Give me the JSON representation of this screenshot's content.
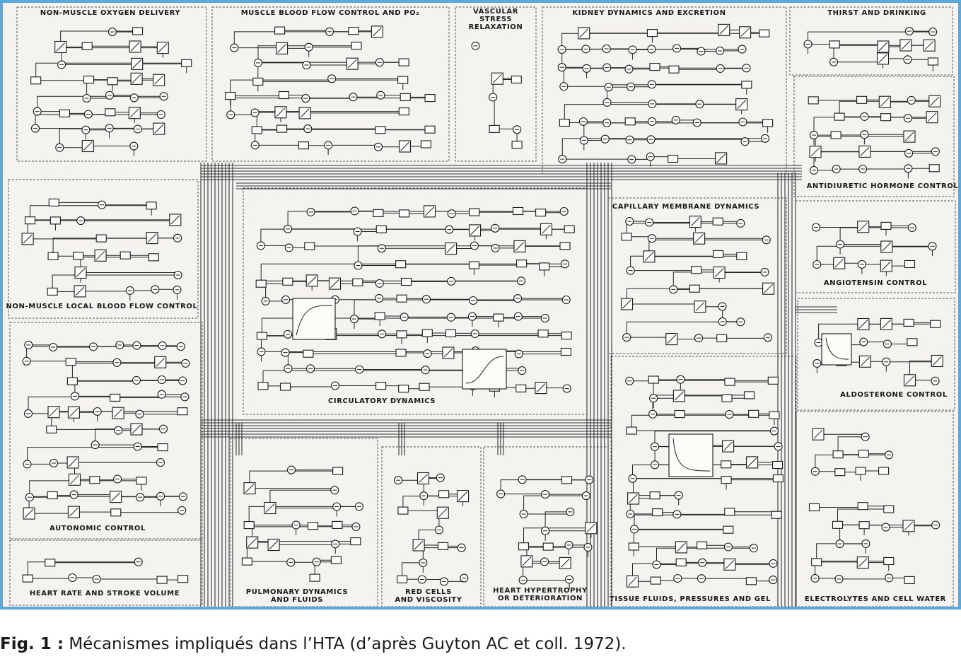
{
  "figure": {
    "frame_color": "#5aa9d8",
    "panel_color": "#f4f3ef",
    "ink_color": "#1a1a1a",
    "modules": [
      {
        "id": "non-muscle-oxygen-delivery",
        "label": "NON-MUSCLE  OXYGEN DELIVERY"
      },
      {
        "id": "muscle-blood-flow-control",
        "label": "MUSCLE BLOOD FLOW CONTROL AND PO₂"
      },
      {
        "id": "vascular-stress-relaxation",
        "label": "VASCULAR STRESS RELAXATION"
      },
      {
        "id": "kidney-dynamics",
        "label": "KIDNEY DYNAMICS AND EXCRETION"
      },
      {
        "id": "thirst-and-drinking",
        "label": "THIRST AND DRINKING"
      },
      {
        "id": "antidiuretic-hormone-control",
        "label": "ANTIDIURETIC HORMONE CONTROL"
      },
      {
        "id": "non-muscle-local-blood-flow-control",
        "label": "NON-MUSCLE LOCAL BLOOD FLOW CONTROL"
      },
      {
        "id": "capillary-membrane-dynamics",
        "label": "CAPILLARY MEMBRANE DYNAMICS"
      },
      {
        "id": "angiotensin-control",
        "label": "ANGIOTENSIN CONTROL"
      },
      {
        "id": "circulatory-dynamics",
        "label": "CIRCULATORY DYNAMICS"
      },
      {
        "id": "aldosterone-control",
        "label": "ALDOSTERONE CONTROL"
      },
      {
        "id": "autonomic-control",
        "label": "AUTONOMIC  CONTROL"
      },
      {
        "id": "heart-rate-and-stroke-volume",
        "label": "HEART RATE AND STROKE VOLUME"
      },
      {
        "id": "pulmonary-dynamics-and-fluids",
        "label": "PULMONARY DYNAMICS AND FLUIDS"
      },
      {
        "id": "red-cells-and-viscosity",
        "label": "RED CELLS AND VISCOSITY"
      },
      {
        "id": "heart-hypertrophy-or-deterioration",
        "label": "HEART HYPERTROPHY OR DETERIORATION"
      },
      {
        "id": "tissue-fluids-pressures-and-gel",
        "label": "TISSUE FLUIDS, PRESSURES AND GEL"
      },
      {
        "id": "electrolytes-and-cell-water",
        "label": "ELECTROLYTES AND CELL WATER"
      }
    ]
  },
  "caption": {
    "label": "Fig. 1 :",
    "text": " Mécanismes impliqués dans l’HTA (d’après Guyton AC et coll. 1972)."
  }
}
